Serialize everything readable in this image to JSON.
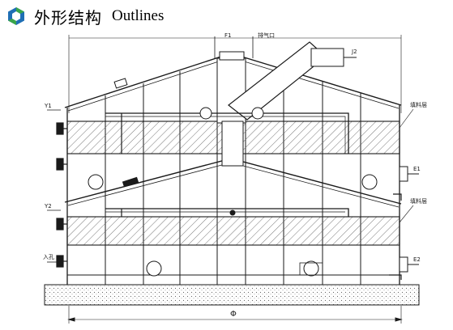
{
  "header": {
    "title_cn": "外形结构",
    "title_en": "Outlines",
    "logo_icon": "hexagon-logo-icon"
  },
  "drawing": {
    "labels": {
      "top_left": "F1",
      "top_right": "排气口",
      "outlet_top": "J2",
      "y1": "Y1",
      "y2": "Y2",
      "inlet_label": "入孔",
      "e1": "E1",
      "e2": "E2",
      "fill_upper": "填料层",
      "fill_lower": "填料层",
      "diameter": "Φ"
    },
    "colors": {
      "line": "#1a1a1a",
      "hatch": "#555555",
      "logo_blue": "#1f6fb5",
      "logo_green": "#3aa64a",
      "ground": "#cfcfcf"
    }
  }
}
